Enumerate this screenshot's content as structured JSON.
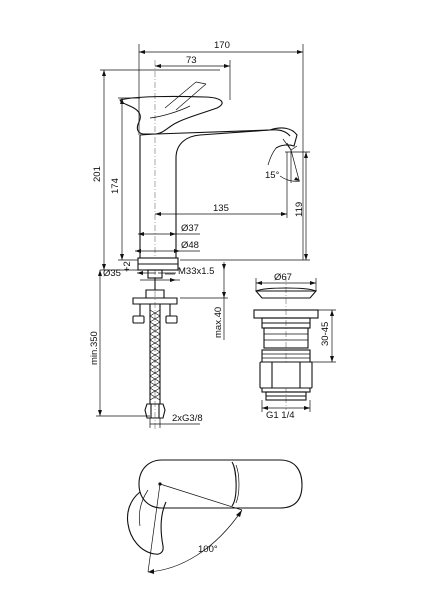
{
  "dimensions": {
    "overall_width": "170",
    "spout_to_lever": "73",
    "total_height": "201",
    "body_height": "174",
    "spout_reach": "135",
    "spout_height": "119",
    "spout_angle": "15°",
    "base_diameter_37": "Ø37",
    "base_diameter_48": "Ø48",
    "fixing_hole": "Ø35",
    "fixing_hole_tolerance": "+2",
    "thread": "M33x1.5",
    "hose_length": "min.350",
    "max_thickness": "max.40",
    "hose_connection": "2xG3/8",
    "waste_diameter": "Ø67",
    "waste_range": "30-45",
    "waste_thread": "G1 1/4",
    "lever_rotation": "100°"
  }
}
